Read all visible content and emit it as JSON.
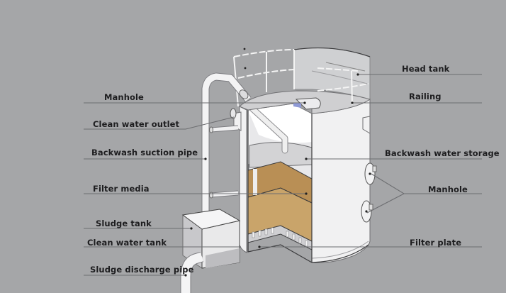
{
  "diagram": {
    "subject": "Gravity valveless filter tank (cutaway)",
    "colors": {
      "background": "#a5a6a8",
      "label_text": "#1d1d1f",
      "leader_line": "#6c6d70",
      "steel": "#f1f1f2",
      "filter_media": "#c9a46a"
    },
    "labels_left": [
      {
        "id": "manhole-top",
        "text": "Manhole"
      },
      {
        "id": "clean-water-outlet",
        "text": "Clean water outlet"
      },
      {
        "id": "backwash-suction-pipe",
        "text": "Backwash suction pipe"
      },
      {
        "id": "filter-media",
        "text": "Filter media"
      },
      {
        "id": "sludge-tank",
        "text": "Sludge tank"
      },
      {
        "id": "clean-water-tank",
        "text": "Clean water tank"
      },
      {
        "id": "sludge-discharge-pipe",
        "text": "Sludge discharge pipe"
      }
    ],
    "labels_right": [
      {
        "id": "head-tank",
        "text": "Head tank"
      },
      {
        "id": "railing",
        "text": "Railing"
      },
      {
        "id": "backwash-water-storage",
        "text": "Backwash water storage"
      },
      {
        "id": "manhole-side",
        "text": "Manhole"
      },
      {
        "id": "filter-plate",
        "text": "Filter plate"
      }
    ]
  }
}
